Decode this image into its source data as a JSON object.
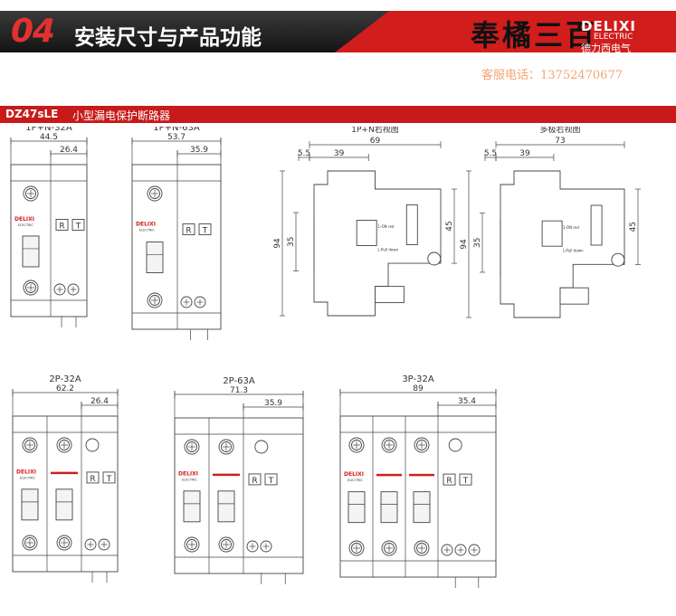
{
  "banner": {
    "section_number": "04",
    "title": "安装尺寸与产品功能",
    "calligraphy": "奉橘三百",
    "brand_name": "DELIXI",
    "brand_sub": "ELECTRIC",
    "brand_cn": "德力西电气",
    "service_phone": "客服电话：13752470677"
  },
  "subtitle": {
    "model": "DZ47sLE",
    "description": "小型漏电保护断路器"
  },
  "device_labels": {
    "product_logo": "DELIXI",
    "product_logo_sub": "ELECTRIC",
    "button_r": "R",
    "button_t": "T",
    "on_label": "1-ON red",
    "off_label": "L-Pull down"
  },
  "views": [
    {
      "label": "1P+N-32A",
      "overall": "44.5",
      "part": "26.4"
    },
    {
      "label": "1P+N-63A",
      "overall": "53.7",
      "part": "35.9"
    },
    {
      "label": "1P+N右视图",
      "dims": [
        "5.5",
        "39",
        "69",
        "94",
        "35",
        "45"
      ]
    },
    {
      "label": "多极右视图",
      "dims": [
        "5.5",
        "39",
        "73",
        "94",
        "35",
        "45"
      ]
    },
    {
      "label": "2P-32A",
      "overall": "62.2",
      "part": "26.4"
    },
    {
      "label": "2P-63A",
      "overall": "71.3",
      "part": "35.9"
    },
    {
      "label": "3P-32A",
      "overall": "89",
      "part": "35.4"
    }
  ]
}
